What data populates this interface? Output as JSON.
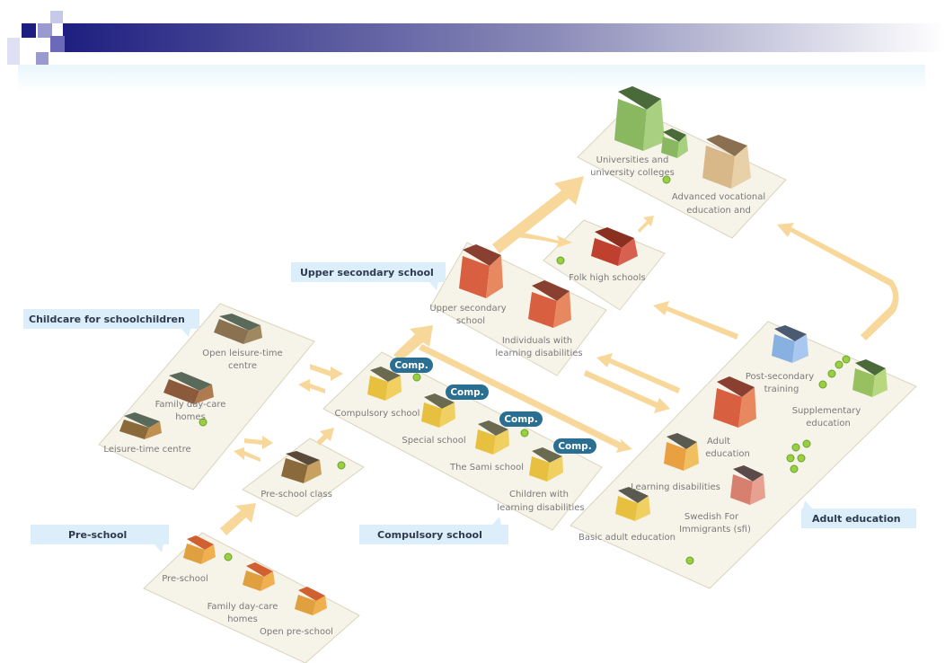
{
  "palette": {
    "banner_dark": "#1e1e80",
    "platform": "#f6f3e9",
    "platform_edge": "#dcd4bc",
    "arrow": "#f8d79a",
    "comp_badge": "#2a6f92",
    "label_box": "#dceef9"
  },
  "categories": {
    "childcare": "Childcare for schoolchildren",
    "upper_secondary": "Upper secondary school",
    "preschool": "Pre-school",
    "compulsory": "Compulsory school",
    "adult": "Adult education"
  },
  "comp_badge": "Comp.",
  "childcare": {
    "open_leisure_1": "Open leisure-time",
    "open_leisure_2": "centre",
    "family_daycare_1": "Family day-care",
    "family_daycare_2": "homes",
    "leisure_time": "Leisure-time centre"
  },
  "preschool_class": "Pre-school class",
  "preschool": {
    "preschool": "Pre-school",
    "family_daycare_1": "Family day-care",
    "family_daycare_2": "homes",
    "open_preschool": "Open pre-school"
  },
  "compulsory": {
    "compulsory_school": "Compulsory school",
    "special_school": "Special school",
    "sami_school": "The Sami school",
    "children_ld_1": "Children with",
    "children_ld_2": "learning disabilities"
  },
  "upper": {
    "upper_secondary_1": "Upper secondary",
    "upper_secondary_2": "school",
    "individuals_ld_1": "Individuals with",
    "individuals_ld_2": "learning disabilities"
  },
  "folk_high": "Folk high schools",
  "universities": {
    "uni_1": "Universities and",
    "uni_2": "university colleges",
    "adv_voc_1": "Advanced vocational",
    "adv_voc_2": "education and"
  },
  "adult": {
    "post_secondary_1": "Post-secondary",
    "post_secondary_2": "training",
    "supplementary_1": "Supplementary",
    "supplementary_2": "education",
    "adult_ed_1": "Adult",
    "adult_ed_2": "education",
    "ld": "Learning disabilities",
    "sfi_1": "Swedish For",
    "sfi_2": "Immigrants (sfi)",
    "basic": "Basic adult education"
  }
}
